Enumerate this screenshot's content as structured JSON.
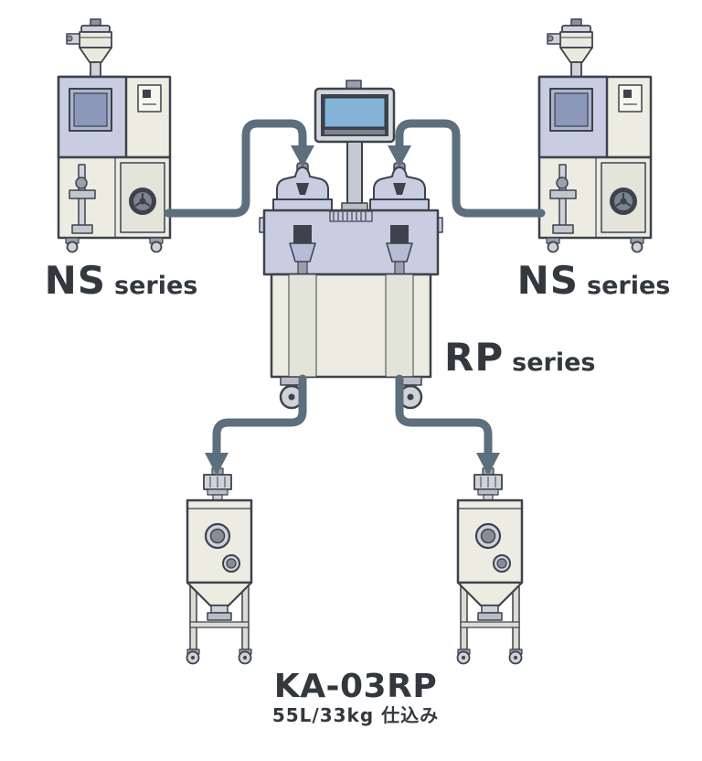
{
  "labels": {
    "ns_left": {
      "main": "NS",
      "sub": "series"
    },
    "ns_right": {
      "main": "NS",
      "sub": "series"
    },
    "rp": {
      "main": "RP",
      "sub": "series"
    },
    "ka": {
      "main": "KA-03RP",
      "sub": "55L/33kg 仕込み"
    }
  },
  "flows": [
    {
      "from": "ns-machine-left",
      "to": "rp-machine"
    },
    {
      "from": "ns-machine-right",
      "to": "rp-machine"
    },
    {
      "from": "rp-machine",
      "to": "ka-machine-left"
    },
    {
      "from": "rp-machine",
      "to": "ka-machine-right"
    }
  ],
  "colors": {
    "arrow": "#5d6e7c",
    "outline": "#3d434c",
    "panel_blue": "#c8cde2",
    "body_cream": "#ecece2",
    "screen_blue": "#85b3d8",
    "window_blue": "#8b98ba",
    "text": "#33383f",
    "background": "#ffffff"
  }
}
